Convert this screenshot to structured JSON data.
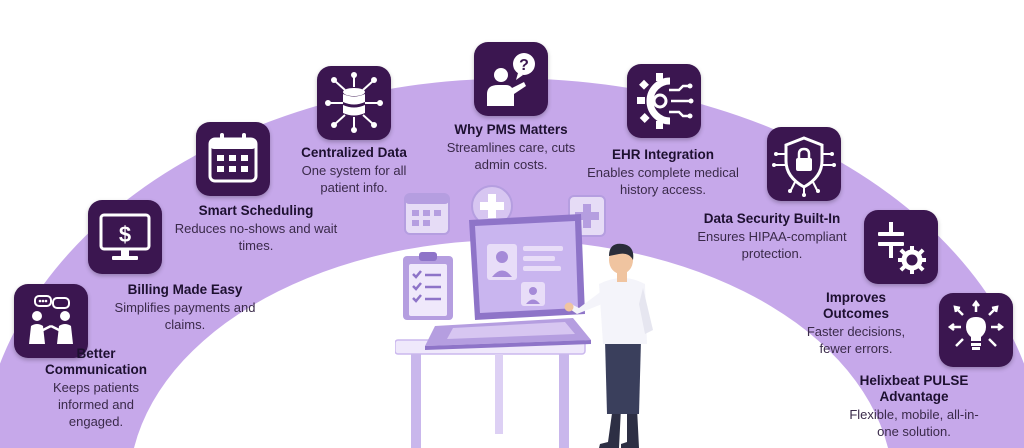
{
  "colors": {
    "arc": "#c6a8ea",
    "tile": "#3b1650",
    "icon": "#ffffff",
    "device": "#b59ee0",
    "device_dark": "#8e74c8"
  },
  "center": {
    "icon": "person-question-icon",
    "title": "Why PMS Matters",
    "desc": "Streamlines care, cuts admin costs."
  },
  "features": [
    {
      "icon": "chat-people-icon",
      "title": "Better Communication",
      "desc": "Keeps patients informed and engaged."
    },
    {
      "icon": "dollar-monitor-icon",
      "title": "Billing Made Easy",
      "desc": "Simplifies payments and claims."
    },
    {
      "icon": "calendar-icon",
      "title": "Smart Scheduling",
      "desc": "Reduces no-shows and wait times."
    },
    {
      "icon": "database-network-icon",
      "title": "Centralized Data",
      "desc": "One system for all patient info."
    },
    {
      "icon": "gear-circuit-icon",
      "title": "EHR Integration",
      "desc": "Enables complete medical history access."
    },
    {
      "icon": "shield-lock-icon",
      "title": "Data Security Built-In",
      "desc": "Ensures HIPAA-compliant protection."
    },
    {
      "icon": "sliders-gear-icon",
      "title": "Improves Outcomes",
      "desc": "Faster decisions, fewer errors."
    },
    {
      "icon": "lightbulb-arrows-icon",
      "title": "Helixbeat PULSE Advantage",
      "desc": "Flexible, mobile, all-in-one solution."
    }
  ]
}
